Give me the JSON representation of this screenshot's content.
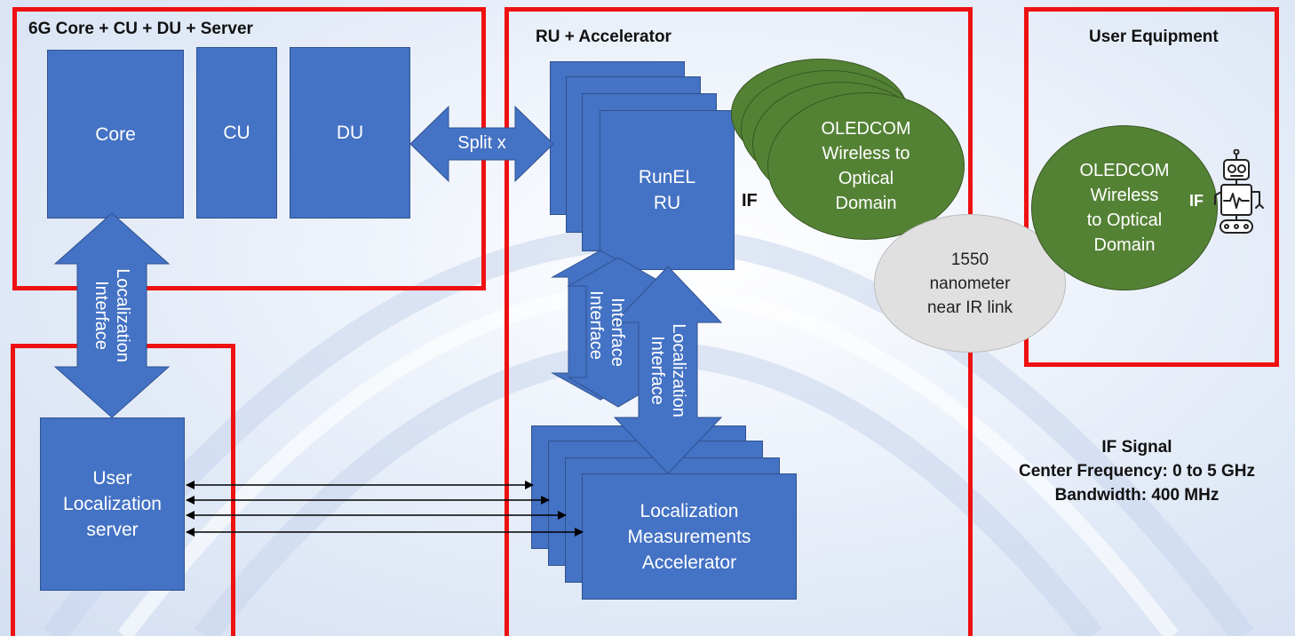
{
  "sections": {
    "core_server": {
      "title": "6G Core + CU + DU + Server"
    },
    "ru_accelerator": {
      "title": "RU + Accelerator"
    },
    "user_equipment": {
      "title": "User Equipment"
    }
  },
  "blocks": {
    "core": "Core",
    "cu": "CU",
    "du": "DU",
    "ru": "RunEL\nRU",
    "localization_server": "User\nLocalization\nserver",
    "accelerator": "Localization\nMeasurements\nAccelerator",
    "oledcom_ru": "OLEDCOM\nWireless to\nOptical\nDomain",
    "oledcom_ue": "OLEDCOM\nWireless\nto Optical\nDomain",
    "ir_link": "1550\nnanometer\nnear IR link"
  },
  "arrows": {
    "split": "Split x",
    "localization_interface_core": "Localization\nInterface",
    "localization_interface_ru": "Localization\nInterface",
    "interface_partial": "Interface"
  },
  "labels": {
    "if_ru": "IF",
    "if_ue": "IF"
  },
  "if_signal": {
    "text": "IF Signal\nCenter Frequency: 0 to 5 GHz\nBandwidth: 400 MHz"
  },
  "icons": {
    "robot": "robot-icon"
  },
  "colors": {
    "block_blue": "#4472c4",
    "ellipse_green": "#548235",
    "box_red": "#ee1111",
    "ellipse_grey": "#e0e0e0"
  }
}
